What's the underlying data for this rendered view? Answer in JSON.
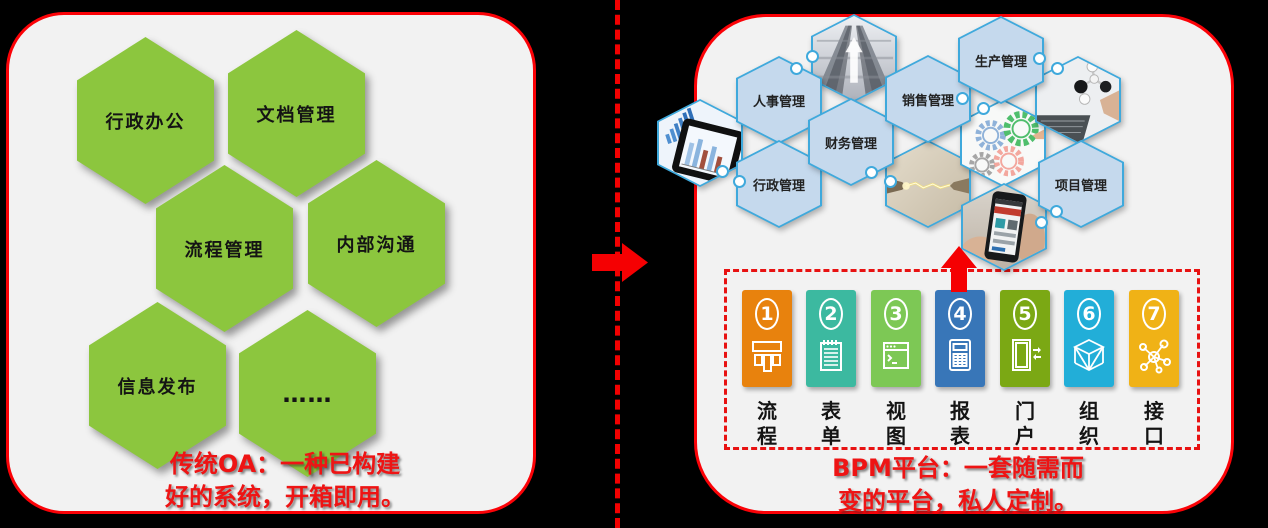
{
  "panels": {
    "left": {
      "hexagons": [
        {
          "label": "行政办公"
        },
        {
          "label": "文档管理"
        },
        {
          "label": "流程管理"
        },
        {
          "label": "内部沟通"
        },
        {
          "label": "信息发布"
        },
        {
          "label": "……"
        }
      ],
      "caption": {
        "line1": "传统OA：一种已构建",
        "line2": "好的系统，开箱即用。"
      }
    },
    "right": {
      "honeycomb": [
        {
          "type": "image",
          "name": "tablet-chart-photo"
        },
        {
          "type": "label",
          "label": "人事管理"
        },
        {
          "type": "label",
          "label": "行政管理"
        },
        {
          "type": "image",
          "name": "server-racks-photo"
        },
        {
          "type": "label",
          "label": "财务管理"
        },
        {
          "type": "label",
          "label": "销售管理"
        },
        {
          "type": "image",
          "name": "lightning-spark-photo"
        },
        {
          "type": "label",
          "label": "生产管理"
        },
        {
          "type": "image",
          "name": "gears-photo"
        },
        {
          "type": "image",
          "name": "smartphone-photo"
        },
        {
          "type": "image",
          "name": "molecule-model-photo"
        },
        {
          "type": "label",
          "label": "项目管理"
        }
      ],
      "modules": [
        {
          "num": "1",
          "label": "流程",
          "color": "#E8820D",
          "icon": "flow-icon"
        },
        {
          "num": "2",
          "label": "表单",
          "color": "#3CB9A0",
          "icon": "form-icon"
        },
        {
          "num": "3",
          "label": "视图",
          "color": "#7DC855",
          "icon": "view-icon"
        },
        {
          "num": "4",
          "label": "报表",
          "color": "#3876B8",
          "icon": "report-icon"
        },
        {
          "num": "5",
          "label": "门户",
          "color": "#7BA814",
          "icon": "portal-icon"
        },
        {
          "num": "6",
          "label": "组织",
          "color": "#22AED8",
          "icon": "org-icon"
        },
        {
          "num": "7",
          "label": "接口",
          "color": "#F0B216",
          "icon": "interface-icon"
        }
      ],
      "caption": {
        "line1": "BPM平台：一套随需而",
        "line2": "变的平台，私人定制。"
      }
    }
  },
  "colors": {
    "background": "#000000",
    "panel_bg": "#F2F2F2",
    "panel_border": "#FB0207",
    "green_hex": "#8CC63E",
    "blue_hex_fill": "#C5D9ED",
    "blue_hex_border": "#3FA9DC",
    "arrow_red": "#F50002",
    "caption_red": "#EE1414"
  }
}
